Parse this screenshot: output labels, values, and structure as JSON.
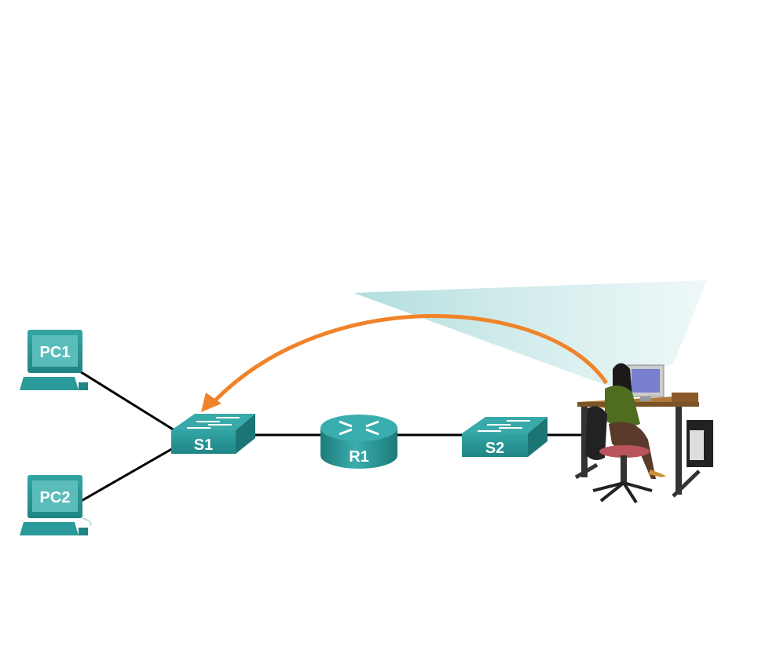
{
  "devices": {
    "pc1": "PC1",
    "pc2": "PC2",
    "s1": "S1",
    "r1": "R1",
    "s2": "S2"
  },
  "icons": [
    "pc-icon",
    "switch-icon",
    "router-icon",
    "admin-workstation-icon",
    "remote-access-arrow"
  ],
  "colors": {
    "device": "#2a9a9a",
    "device_dark": "#1c7575",
    "arrow": "#f0832a",
    "beam": "#bfe3e3",
    "link": "#000000"
  }
}
